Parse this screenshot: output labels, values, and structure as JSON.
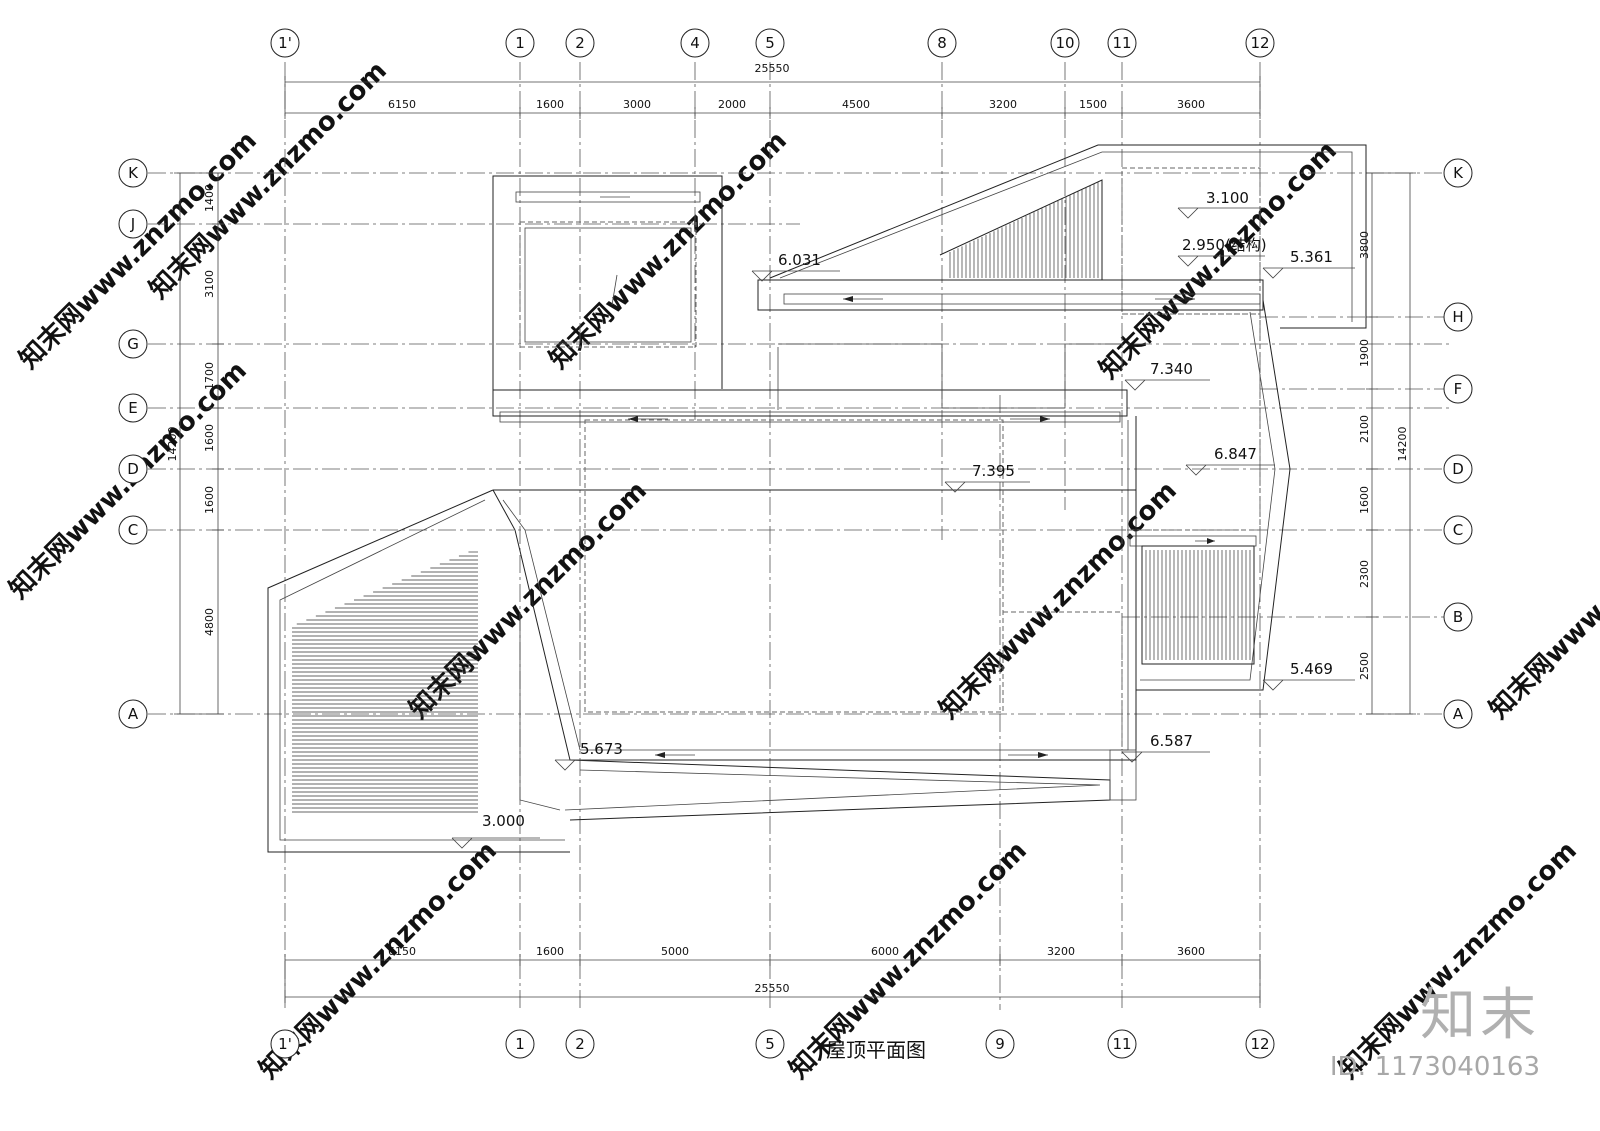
{
  "title": "屋顶平面图",
  "logo": {
    "brand": "知末",
    "id_text": "ID: 1173040163"
  },
  "watermark_text": "知末网www.znzmo.com",
  "top_axes": [
    "1'",
    "1",
    "2",
    "4",
    "5",
    "8",
    "10",
    "11",
    "12"
  ],
  "bottom_axes": [
    "1'",
    "1",
    "2",
    "5",
    "9",
    "11",
    "12"
  ],
  "left_axes": [
    "K",
    "J",
    "G",
    "E",
    "D",
    "C",
    "A"
  ],
  "right_axes": [
    "K",
    "H",
    "F",
    "D",
    "C",
    "B",
    "A"
  ],
  "top_dims": {
    "total": "25550",
    "segments": [
      "6150",
      "1600",
      "3000",
      "2000",
      "4500",
      "3200",
      "1500",
      "3600"
    ]
  },
  "bottom_dims": {
    "total": "25550",
    "segments": [
      "6150",
      "1600",
      "5000",
      "6000",
      "3200",
      "3600"
    ]
  },
  "left_dims": {
    "total": "14200",
    "segments": [
      "1400",
      "3100",
      "1700",
      "1600",
      "1600",
      "4800"
    ]
  },
  "right_dims": {
    "total": "14200",
    "segments": [
      "3800",
      "1900",
      "2100",
      "1600",
      "2300",
      "2500"
    ]
  },
  "elevations": [
    "3.100",
    "2.950(结构)",
    "5.361",
    "6.031",
    "7.340",
    "6.847",
    "7.395",
    "5.469",
    "5.673",
    "6.587",
    "3.000"
  ]
}
